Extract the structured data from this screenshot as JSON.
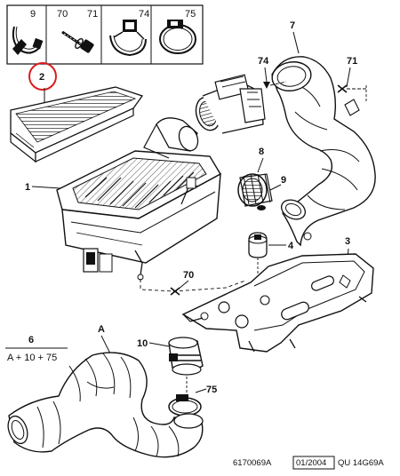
{
  "parts_strip": {
    "labels": [
      "9",
      "70",
      "71",
      "74",
      "75"
    ]
  },
  "callouts": {
    "p1": "1",
    "p2": "2",
    "p3": "3",
    "p4": "4",
    "p6": "6",
    "p6_formula": "A + 10 + 75",
    "p7": "7",
    "p8": "8",
    "p9": "9",
    "p10": "10",
    "p70": "70",
    "p71": "71",
    "p74": "74",
    "p75": "75",
    "pA": "A"
  },
  "footer": {
    "code": "6170069A",
    "date": "01/2004",
    "ref": "QU 14G69A"
  },
  "colors": {
    "line": "#111111",
    "highlight": "#d81e1e"
  }
}
